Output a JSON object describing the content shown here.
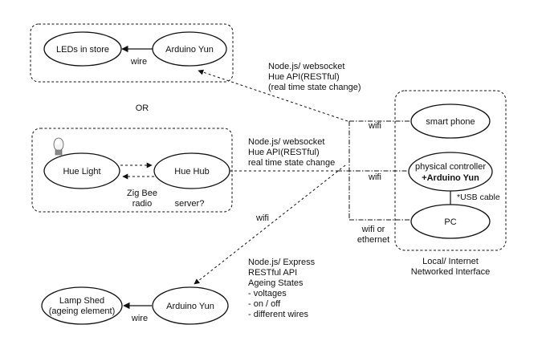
{
  "nodes": {
    "leds_in_store": "LEDs in store",
    "arduino_yun_top": "Arduino Yun",
    "hue_light": "Hue Light",
    "hue_hub": "Hue Hub",
    "smart_phone": "smart phone",
    "physical_controller_line1": "physical controller",
    "physical_controller_line2": "+Arduino Yun",
    "pc": "PC",
    "lamp_shed_line1": "Lamp Shed",
    "lamp_shed_line2": "(ageing element)",
    "arduino_yun_bottom": "Arduino Yun"
  },
  "labels": {
    "or": "OR",
    "wire_top": "wire",
    "wire_bottom": "wire",
    "zigbee_line1": "Zig Bee",
    "zigbee_line2": "radio",
    "server": "server?",
    "wifi_upper": "wifi",
    "wifi_middle": "wifi",
    "wifi_left": "wifi",
    "wifi_or_ethernet_line1": "wifi or",
    "wifi_or_ethernet_line2": "ethernet",
    "usb_cable": "*USB cable",
    "local_line1": "Local/ Internet",
    "local_line2": "Networked Interface"
  },
  "annotations": {
    "top": [
      "Node.js/ websocket",
      "Hue API(RESTful)",
      "(real time state change)"
    ],
    "middle": [
      "Node.js/ websocket",
      "Hue API(RESTful)",
      "real time state change"
    ],
    "bottom": [
      "Node.js/ Express",
      "RESTful API",
      "Ageing States",
      "- voltages",
      "- on / off",
      "- different wires"
    ]
  },
  "icons": {
    "bulb": "light-bulb-icon"
  },
  "colors": {
    "line": "#111111",
    "background": "#ffffff"
  }
}
